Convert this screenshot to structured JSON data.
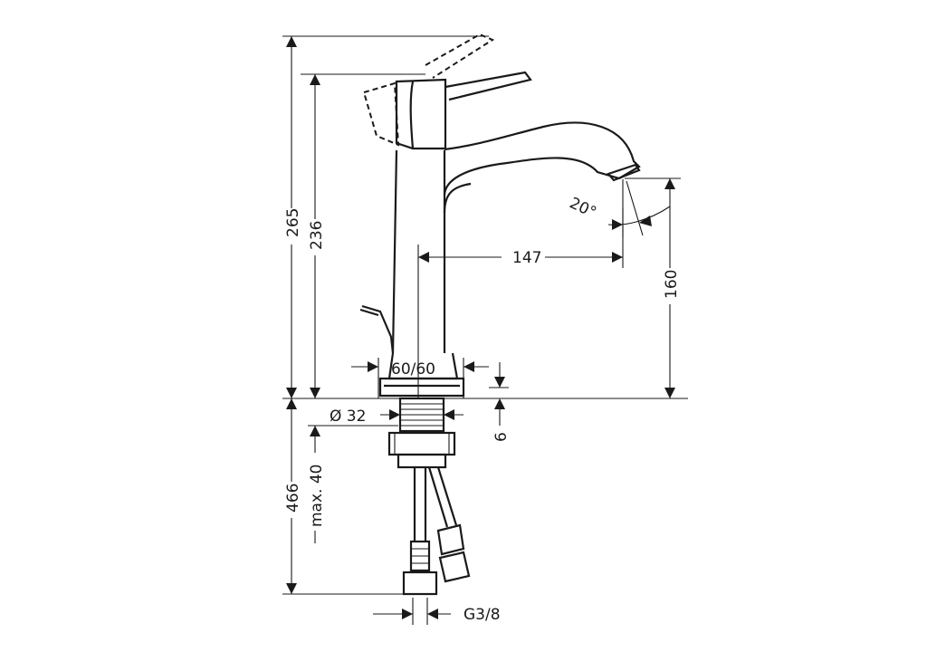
{
  "dimensions": {
    "overall_height": "265",
    "spout_height_top": "236",
    "spout_reach": "147",
    "outlet_height": "160",
    "spray_angle": "20°",
    "base_size": "60/60",
    "thread_diameter": "Ø 32",
    "base_plate": "6",
    "hose_length": "466",
    "max_thickness": "max. 40",
    "connection": "G3/8"
  }
}
